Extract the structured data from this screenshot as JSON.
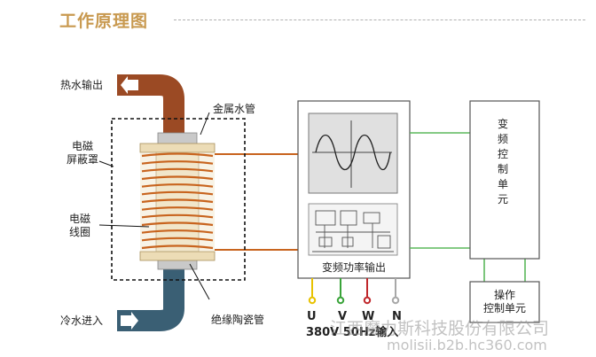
{
  "header": {
    "title": "工作原理图"
  },
  "labels": {
    "hot_water_out": "热水输出",
    "metal_pipe": "金属水管",
    "shield_line1": "电磁",
    "shield_line2": "屏蔽罩",
    "coil_line1": "电磁",
    "coil_line2": "线圈",
    "cold_water_in": "冷水进入",
    "ceramic_tube": "绝缘陶瓷管",
    "inverter_output": "变频功率输出",
    "inverter_control": "变频控制单元",
    "operation_line1": "操作",
    "operation_line2": "控制单元"
  },
  "terminals": [
    {
      "name": "U",
      "color": "#e8c200"
    },
    {
      "name": "V",
      "color": "#3aa43a"
    },
    {
      "name": "W",
      "color": "#c0282c"
    },
    {
      "name": "N",
      "color": "#a8a8a8"
    }
  ],
  "power_input": "380V 50Hz输入",
  "watermark": {
    "line1": "江西魔力斯科技股份有限公司",
    "line2": "molisii.b2b.hc360.com"
  },
  "colors": {
    "hot_pipe": "#9b4a24",
    "cold_pipe": "#3a5f74",
    "coil_wire": "#c8641e",
    "coil_body": "#ecdcb6",
    "control_wire": "#5cb85c",
    "title": "#c8994f"
  }
}
